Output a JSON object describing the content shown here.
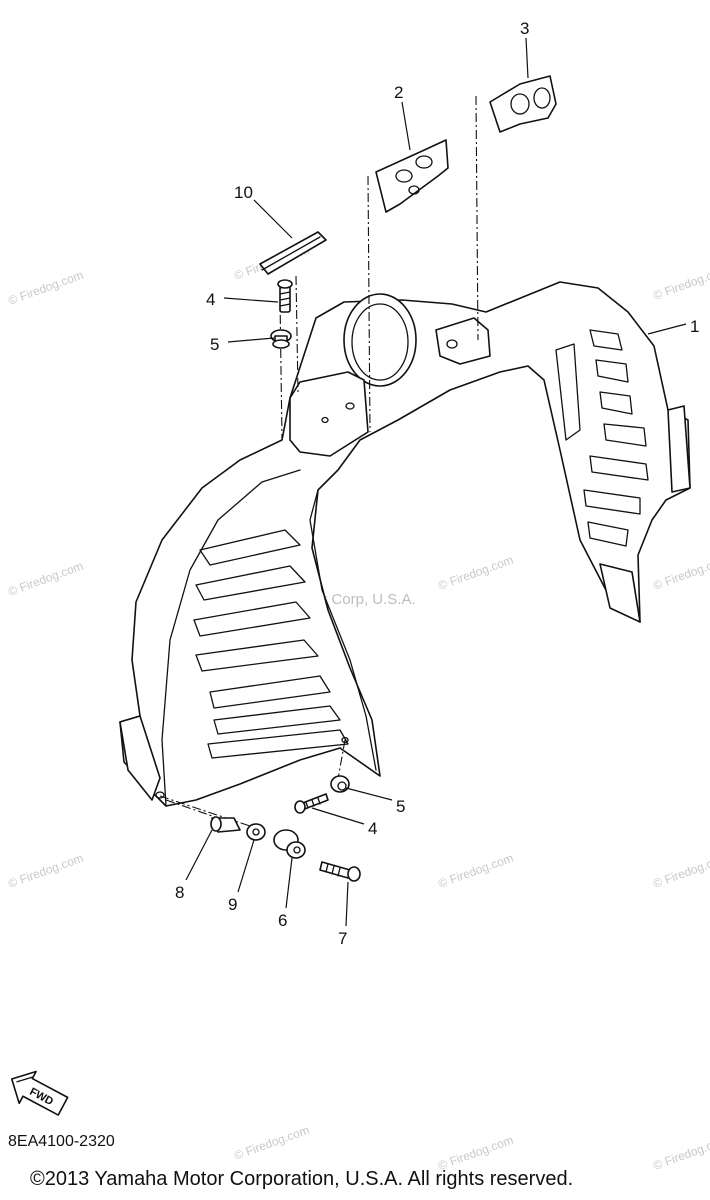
{
  "callouts": {
    "c1": "1",
    "c2": "2",
    "c3": "3",
    "c4a": "4",
    "c4b": "4",
    "c5a": "5",
    "c5b": "5",
    "c6": "6",
    "c7": "7",
    "c8": "8",
    "c9": "9",
    "c10": "10"
  },
  "watermark": {
    "site": "© Firedog.com",
    "center": "Yamaha Motor Corp, U.S.A."
  },
  "fwd_label": "FWD",
  "diagram_code": "8EA4100-2320",
  "copyright": "©2013 Yamaha Motor Corporation, U.S.A. All rights reserved.",
  "colors": {
    "ink": "#111111",
    "watermark": "#c9c9c9"
  }
}
